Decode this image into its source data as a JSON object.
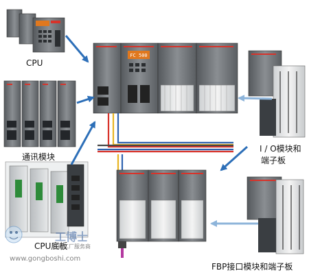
{
  "labels": {
    "cpu": "CPU",
    "comm": "通讯模块",
    "cpu_base": "CPU底板",
    "io_line1": "I / O模块和",
    "io_line2": "端子板",
    "fbp": "FBP接口模块和端子板"
  },
  "watermark": {
    "brand": "工博士",
    "tagline": "智能工厂服务商",
    "url": "www.gongboshi.com"
  },
  "colors": {
    "arrow": "#2d6fb8",
    "arrow_light": "#8db4da",
    "module_gray": "#707478",
    "module_dark": "#3c4044",
    "bus_red": "#d8332a",
    "bus_yellow": "#e8b422",
    "bus_blue": "#2f63b0",
    "bus_dark": "#444444",
    "display_orange": "#e0781e",
    "terminal_white": "#eeeeee"
  }
}
